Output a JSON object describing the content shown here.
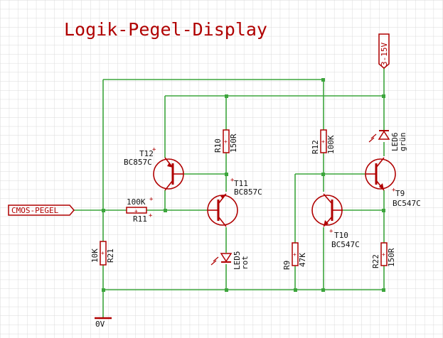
{
  "title": "Logik-Pegel-Display",
  "ports": {
    "input": "CMOS-PEGEL",
    "supply": "3-15V",
    "ground": "0V"
  },
  "components": {
    "t12": {
      "name": "T12",
      "value": "BC857C"
    },
    "t11": {
      "name": "T11",
      "value": "BC857C"
    },
    "t10": {
      "name": "T10",
      "value": "BC547C"
    },
    "t9": {
      "name": "T9",
      "value": "BC547C"
    },
    "r11": {
      "name": "R11",
      "value": "100K"
    },
    "r21": {
      "name": "R21",
      "value": "10K"
    },
    "r10": {
      "name": "R10",
      "value": "150R"
    },
    "r12": {
      "name": "R12",
      "value": "100K"
    },
    "r9": {
      "name": "R9",
      "value": "47K"
    },
    "r22": {
      "name": "R22",
      "value": "150R"
    },
    "led5": {
      "name": "LED5",
      "value": "rot"
    },
    "led6": {
      "name": "LED6",
      "value": "grün"
    }
  },
  "colors": {
    "grid": "#dadada",
    "wire": "#3ca53c",
    "part": "#b00000",
    "text": "#111111"
  }
}
